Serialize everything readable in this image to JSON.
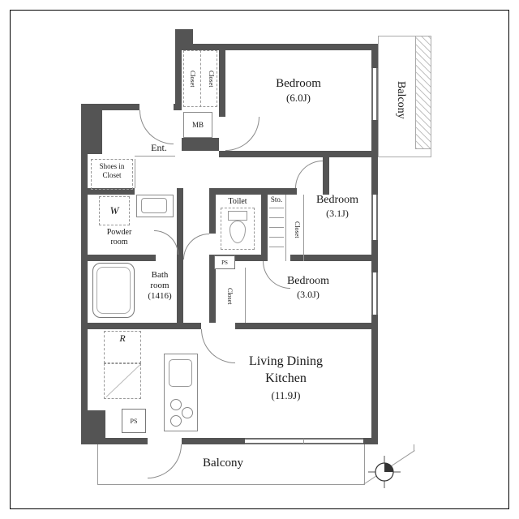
{
  "labels": {
    "bedroom_top": {
      "name": "Bedroom",
      "size": "(6.0J)"
    },
    "bedroom_mid": {
      "name": "Bedroom",
      "size": "(3.1J)"
    },
    "bedroom_low": {
      "name": "Bedroom",
      "size": "(3.0J)"
    },
    "ldk": {
      "line1": "Living Dining",
      "line2": "Kitchen",
      "size": "(11.9J)"
    },
    "bath": {
      "line1": "Bath",
      "line2": "room",
      "size": "(1416)"
    },
    "powder": {
      "line1": "Powder",
      "line2": "room"
    },
    "shoes_closet": {
      "line1": "Shoes in",
      "line2": "Closet"
    },
    "toilet": "Toilet",
    "entrance": "Ent.",
    "storage": "Sto.",
    "balcony_side": "Balcony",
    "balcony_bottom": "Balcony",
    "washer": "W",
    "fridge": "R",
    "meter_box": "MB",
    "ps_mid": "PS",
    "ps_kitchen": "PS",
    "closet_hall_a": "Closet",
    "closet_hall_b": "Closet",
    "closet_bedroom_mid": "Closet",
    "closet_bedroom_low": "Closet"
  },
  "colors": {
    "wall": "#545454",
    "thin_line": "#8f8f8f",
    "text": "#1a1a1a",
    "hatch": "#c2c2c2"
  }
}
